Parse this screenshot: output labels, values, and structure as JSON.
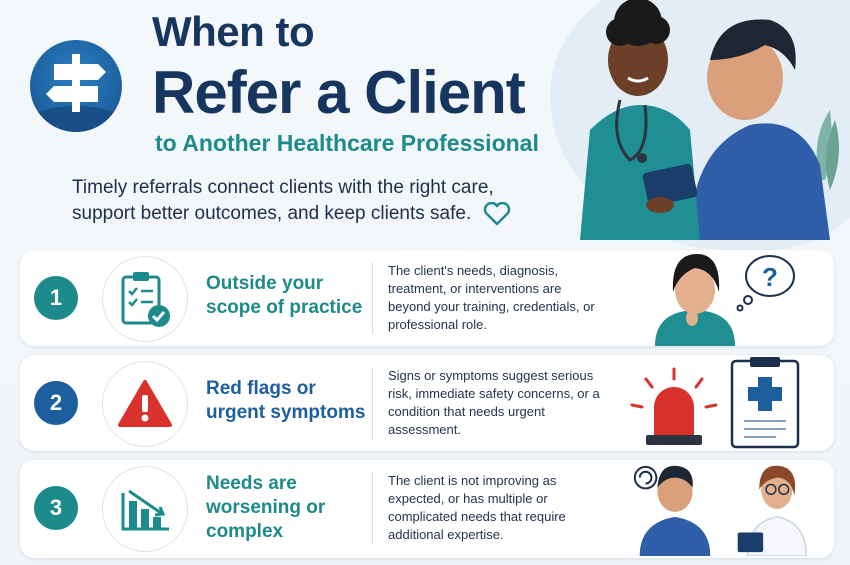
{
  "title": {
    "line1": "When to",
    "line2": "Refer a Client",
    "subtitle": "to Another Healthcare Professional"
  },
  "intro": "Timely referrals connect clients with the right care, support better outcomes, and keep clients safe.",
  "colors": {
    "navy": "#16365f",
    "teal": "#1d8a8c",
    "blue": "#1d5f9e",
    "red": "#d9322c"
  },
  "reasons": [
    {
      "number": "1",
      "icon": "clipboard-check-icon",
      "title": "Outside your scope of practice",
      "description": "The client's needs, diagnosis, treatment, or interventions are beyond your training, credentials, or professional role."
    },
    {
      "number": "2",
      "icon": "warning-icon",
      "title": "Red flags or urgent symptoms",
      "description": "Signs or symptoms suggest serious risk, immediate safety concerns, or a condition that needs urgent assessment."
    },
    {
      "number": "3",
      "icon": "declining-chart-icon",
      "title": "Needs are worsening or complex",
      "description": "The client is not improving as expected, or has multiple or complicated needs that require additional expertise."
    }
  ]
}
